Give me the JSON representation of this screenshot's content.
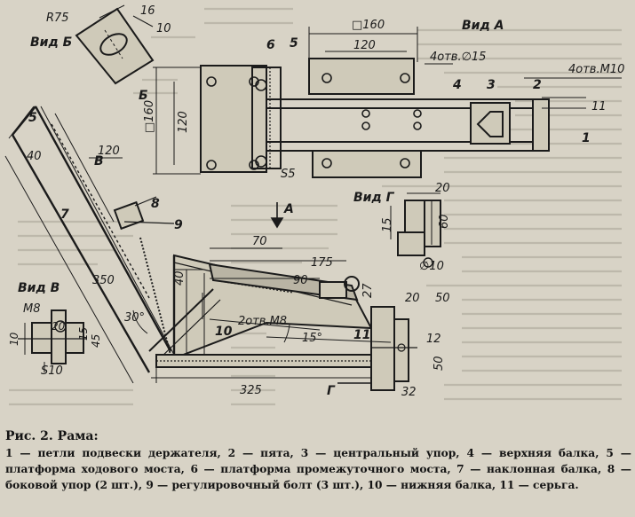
{
  "figure": {
    "title": "Рис. 2. Рама:",
    "legend_text": "1 — петли подвески держателя, 2 — пята, 3 — центральный упор, 4 — верхняя балка, 5 — платформа ходового моста, 6 — платформа промежуточного моста, 7 — наклонная балка, 8 — боковой упор (2 шт.), 9 — регулировочный болт (3 шт.), 10 — нижняя балка, 11 — серьга."
  },
  "views": {
    "vid_a": "Вид А",
    "vid_b": "Вид Б",
    "vid_v": "Вид В",
    "vid_g": "Вид Г"
  },
  "markers": {
    "a": "А",
    "b": "Б",
    "v": "В",
    "g": "Г"
  },
  "callouts": {
    "n1": "1",
    "n2": "2",
    "n3": "3",
    "n4": "4",
    "n5": "5",
    "n5b": "5",
    "n6": "6",
    "n7": "7",
    "n8": "8",
    "n9": "9",
    "n10": "10",
    "n11": "11"
  },
  "dimensions": {
    "r75": "R75",
    "d16": "16",
    "d10b": "10",
    "sq160_top": "□160",
    "d120_top": "120",
    "holes15": "4отв.∅15",
    "holesM10": "4отв.М10",
    "d11": "11",
    "sq160_side": "□160",
    "d120_side": "120",
    "s5": "S5",
    "d40_left": "40",
    "d120_incl": "120",
    "d350": "350",
    "d70": "70",
    "d175": "175",
    "d90": "90",
    "d40_mid": "40",
    "holesM8": "2отв.М8",
    "d15deg": "15°",
    "d30deg": "30°",
    "d325": "325",
    "d20_g": "20",
    "d15_g": "15",
    "d60_g": "60",
    "phi10": "∅10",
    "d20_low": "20",
    "d27": "27",
    "d50_low": "50",
    "d12": "12",
    "d50_g2": "50",
    "d32": "32",
    "m8": "М8",
    "d20_v": "20",
    "d15_v": "15",
    "d45_v": "45",
    "d10_v": "10",
    "s10": "S10"
  },
  "text_block": {
    "colors": {
      "ink": "#1b1b1b",
      "paper": "#d8d3c6",
      "ghost": "#9d988c"
    }
  }
}
